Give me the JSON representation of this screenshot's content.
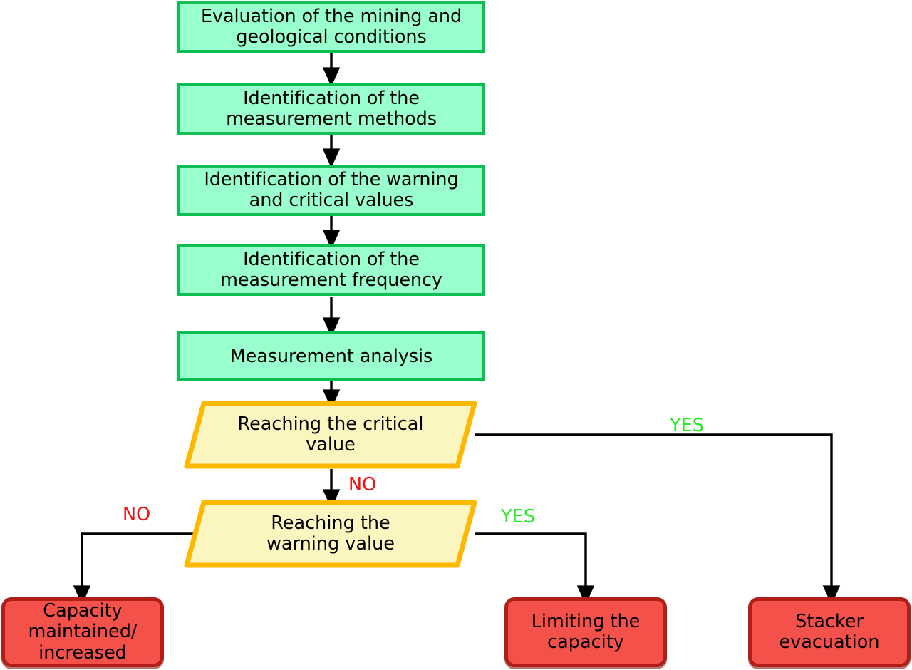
{
  "diagram": {
    "title": "Monitoring and warning procedure flowchart",
    "background_color": "#ffffff",
    "palette": {
      "process_fill": "#99FFCC",
      "process_stroke": "#0CBF52",
      "decision_fill": "#FBF5C0",
      "decision_stroke": "#FFB800",
      "terminal_fill": "#F4514B",
      "terminal_stroke": "#B01E17",
      "edge_color": "#000000",
      "yes_label_color": "#22EE22",
      "no_label_color": "#F01010"
    }
  },
  "nodes": {
    "process": [
      {
        "id": "evaluation",
        "label": "Evaluation of the mining and\ngeological conditions"
      },
      {
        "id": "measurement-methods",
        "label": "Identification of the\nmeasurement methods"
      },
      {
        "id": "warning-critical-values",
        "label": "Identification of the warning\nand critical values"
      },
      {
        "id": "measurement-frequency",
        "label": "Identification of the\nmeasurement frequency"
      },
      {
        "id": "measurement-analysis",
        "label": "Measurement analysis"
      }
    ],
    "decisions": [
      {
        "id": "critical-value",
        "label": "Reaching the critical\nvalue"
      },
      {
        "id": "warning-value",
        "label": "Reaching the\nwarning value"
      }
    ],
    "terminals": [
      {
        "id": "capacity-maintained",
        "label": "Capacity\nmaintained/\nincreased"
      },
      {
        "id": "limiting-capacity",
        "label": "Limiting the\ncapacity"
      },
      {
        "id": "stacker-evacuation",
        "label": "Stacker\nevacuation"
      }
    ]
  },
  "edge_labels": {
    "critical_yes": "YES",
    "critical_no": "NO",
    "warning_yes": "YES",
    "warning_no": "NO"
  },
  "flow": {
    "steps": [
      "Evaluation of the mining and geological conditions",
      "Identification of the measurement methods",
      "Identification of the warning and critical values",
      "Identification of the measurement frequency",
      "Measurement analysis"
    ],
    "branches": [
      {
        "from": "Reaching the critical value",
        "answer": "YES",
        "to": "Stacker evacuation"
      },
      {
        "from": "Reaching the critical value",
        "answer": "NO",
        "to": "Reaching the warning value"
      },
      {
        "from": "Reaching the warning value",
        "answer": "YES",
        "to": "Limiting the capacity"
      },
      {
        "from": "Reaching the warning value",
        "answer": "NO",
        "to": "Capacity maintained/ increased"
      }
    ]
  }
}
